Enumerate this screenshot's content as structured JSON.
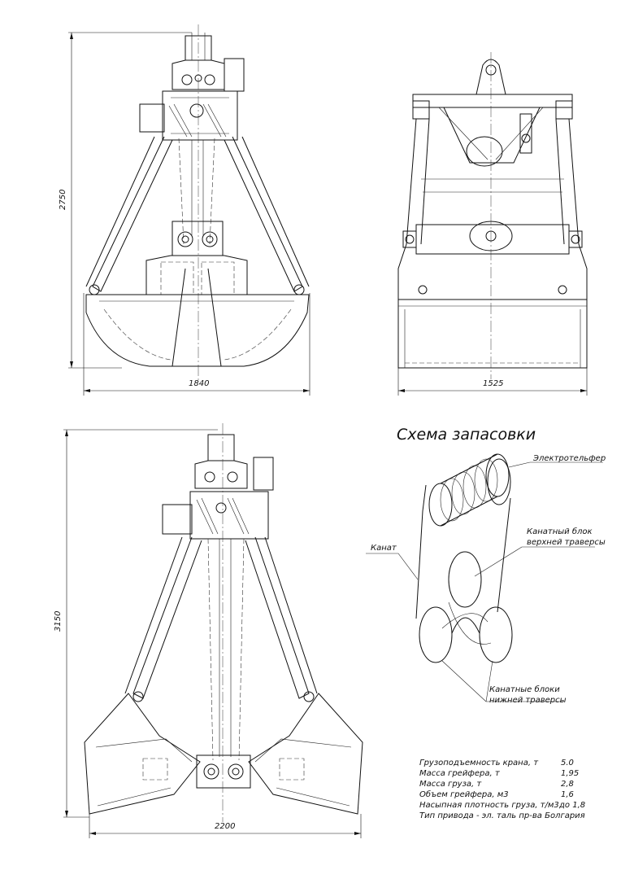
{
  "dimensions": {
    "top_height": "2750",
    "top_width_left": "1840",
    "top_width_right": "1525",
    "bottom_height": "3150",
    "bottom_width": "2200"
  },
  "scheme": {
    "title": "Схема запасовки",
    "labels": {
      "hoist": "Электротельфер",
      "upper_block_1": "Канатный блок",
      "upper_block_2": "верхней траверсы",
      "rope": "Канат",
      "lower_blocks_1": "Канатные блоки",
      "lower_blocks_2": "нижней траверсы"
    }
  },
  "specs": [
    {
      "label": "Грузоподъемность крана, т",
      "value": "5.0"
    },
    {
      "label": "Масса грейфера, т",
      "value": "1,95"
    },
    {
      "label": "Масса груза, т",
      "value": "2,8"
    },
    {
      "label": "Объем грейфера, м3",
      "value": "1,6"
    },
    {
      "label": "Насыпная плотность груза, т/м3",
      "value": "до 1,8"
    },
    {
      "label": "Тип привода - эл. таль пр-ва Болгария",
      "value": ""
    }
  ]
}
